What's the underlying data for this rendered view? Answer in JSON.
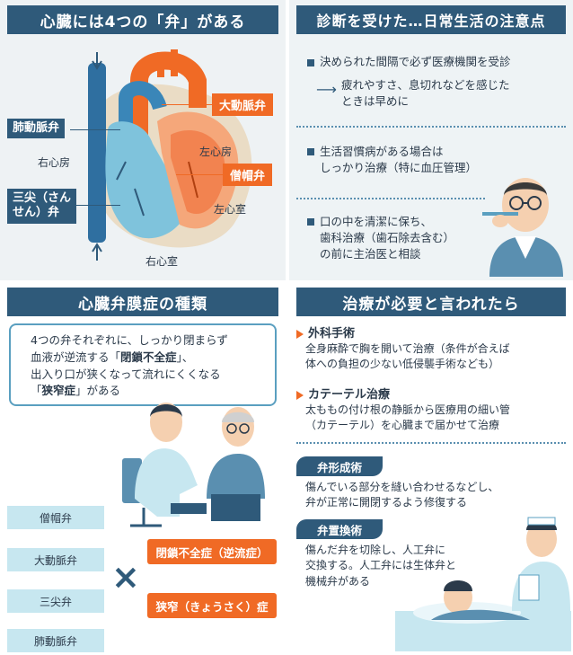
{
  "heart_panel": {
    "title": "心臓には4つの「弁」がある",
    "labels": {
      "pulmonary_valve": "肺動脈弁",
      "aortic_valve": "大動脈弁",
      "tricuspid_valve": "三尖（さん\nせん）弁",
      "mitral_valve": "僧帽弁",
      "right_atrium": "右心房",
      "left_atrium": "左心房",
      "left_ventricle": "左心室",
      "right_ventricle": "右心室"
    }
  },
  "daily_panel": {
    "title": "診断を受けた…日常生活の注意点",
    "items": [
      "決められた間隔で必ず医療機関を受診",
      "疲れやすさ、息切れなどを感じた\nときは早めに",
      "生活習慣病がある場合は\nしっかり治療（特に血圧管理）",
      "口の中を清潔に保ち、\n歯科治療（歯石除去含む）\nの前に主治医と相談"
    ]
  },
  "disease_panel": {
    "title": "心臓弁膜症の種類",
    "speech_pre": "4つの弁それぞれに、しっかり閉まらず\n血液が逆流する「",
    "speech_b1": "閉鎖不全症",
    "speech_mid": "」、\n出入り口が狭くなって流れにくくなる\n「",
    "speech_b2": "狭窄症",
    "speech_post": "」がある",
    "valves": [
      "僧帽弁",
      "大動脈弁",
      "三尖弁",
      "肺動脈弁"
    ],
    "cross": "×",
    "types": [
      "閉鎖不全症（逆流症）",
      "狭窄（きょうさく）症"
    ]
  },
  "treatment_panel": {
    "title": "治療が必要と言われたら",
    "surgery_title": "外科手術",
    "surgery_body": "全身麻酔で胸を開いて治療（条件が合えば\n体への負担の少ない低侵襲手術なども）",
    "catheter_title": "カテーテル治療",
    "catheter_body": "太ももの付け根の静脈から医療用の細い管\n（カテーテル）を心臓まで届かせて治療",
    "plasty_tag": "弁形成術",
    "plasty_body": "傷んでいる部分を縫い合わせるなどし、\n弁が正常に開閉するよう修復する",
    "replace_tag": "弁置換術",
    "replace_body": "傷んだ弁を切除し、人工弁に\n交換する。人工弁には生体弁と\n機械弁がある"
  },
  "colors": {
    "navy": "#2f5a7a",
    "orange": "#f06a25",
    "light_blue": "#c7e7f0"
  }
}
